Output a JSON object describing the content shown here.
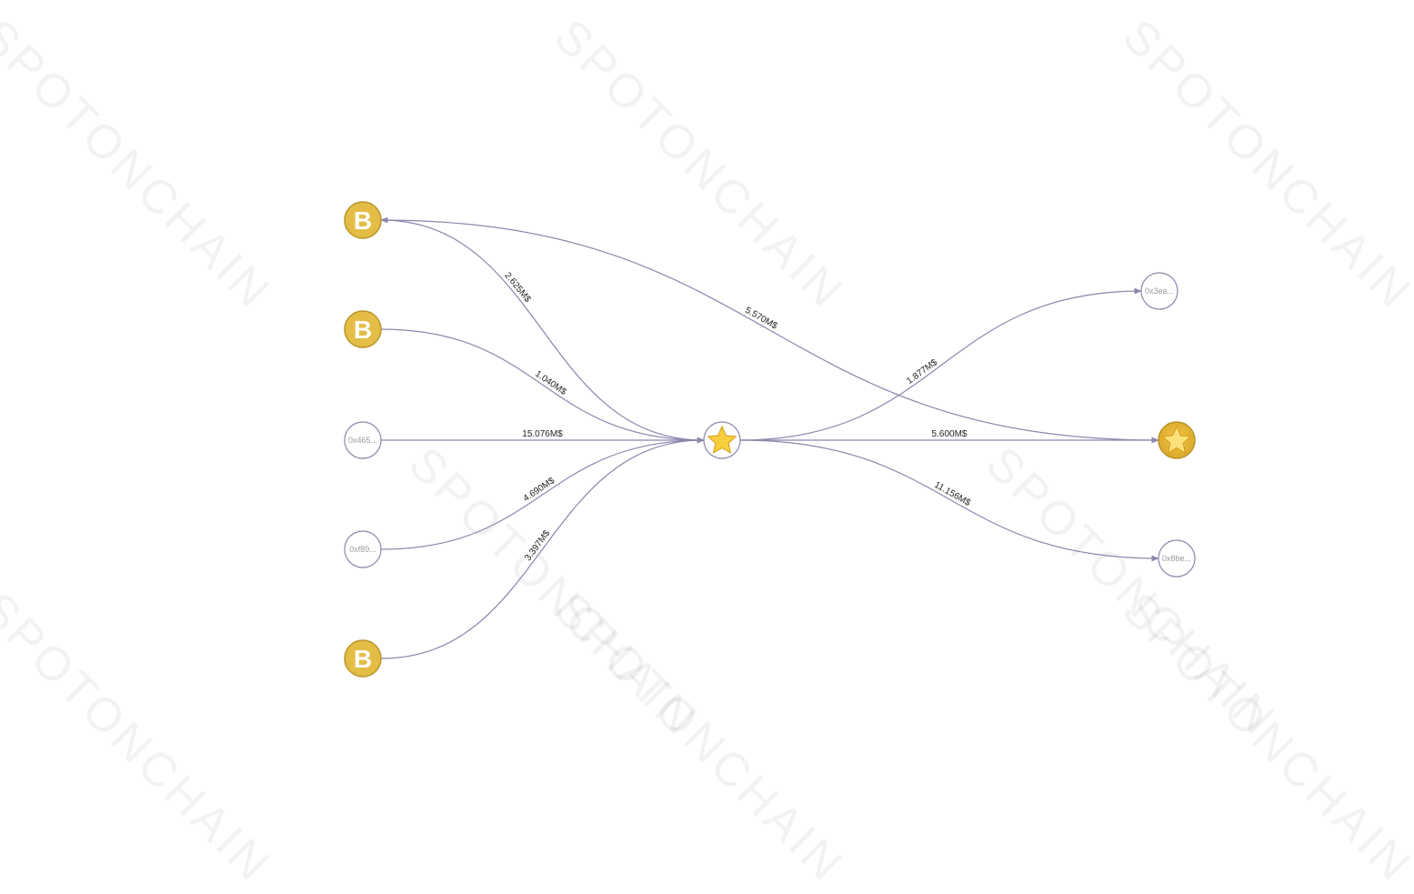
{
  "watermark": "SPOTONCHAIN",
  "nodes": [
    {
      "id": "b1",
      "kind": "exchange",
      "glyph": "B",
      "label": ""
    },
    {
      "id": "b2",
      "kind": "exchange",
      "glyph": "B",
      "label": ""
    },
    {
      "id": "a465",
      "kind": "address",
      "glyph": "",
      "label": "0x465..."
    },
    {
      "id": "af89",
      "kind": "address",
      "glyph": "",
      "label": "0xf89..."
    },
    {
      "id": "b3",
      "kind": "exchange",
      "glyph": "B",
      "label": ""
    },
    {
      "id": "center",
      "kind": "star-plain",
      "glyph": "★",
      "label": ""
    },
    {
      "id": "a3ea",
      "kind": "address",
      "glyph": "",
      "label": "0x3ea..."
    },
    {
      "id": "star2",
      "kind": "star-gold",
      "glyph": "★",
      "label": ""
    },
    {
      "id": "a8be",
      "kind": "address",
      "glyph": "",
      "label": "0x8be..."
    }
  ],
  "edges": [
    {
      "from": "center",
      "to": "b1",
      "label": "2.625M$"
    },
    {
      "from": "b2",
      "to": "center",
      "label": "1.040M$"
    },
    {
      "from": "a465",
      "to": "center",
      "label": "15.076M$"
    },
    {
      "from": "af89",
      "to": "center",
      "label": "4.690M$"
    },
    {
      "from": "b3",
      "to": "center",
      "label": "3.397M$"
    },
    {
      "from": "b1",
      "to": "star2",
      "label": "5.570M$"
    },
    {
      "from": "center",
      "to": "a3ea",
      "label": "1.877M$"
    },
    {
      "from": "center",
      "to": "star2",
      "label": "5.600M$"
    },
    {
      "from": "center",
      "to": "a8be",
      "label": "11.156M$"
    }
  ],
  "colors": {
    "edge": "#8b87ad",
    "node_border": "#8b87ad",
    "exchange_fill": "#e3bd45",
    "exchange_border": "#b9952a",
    "star_fill": "#f7cf3c"
  }
}
